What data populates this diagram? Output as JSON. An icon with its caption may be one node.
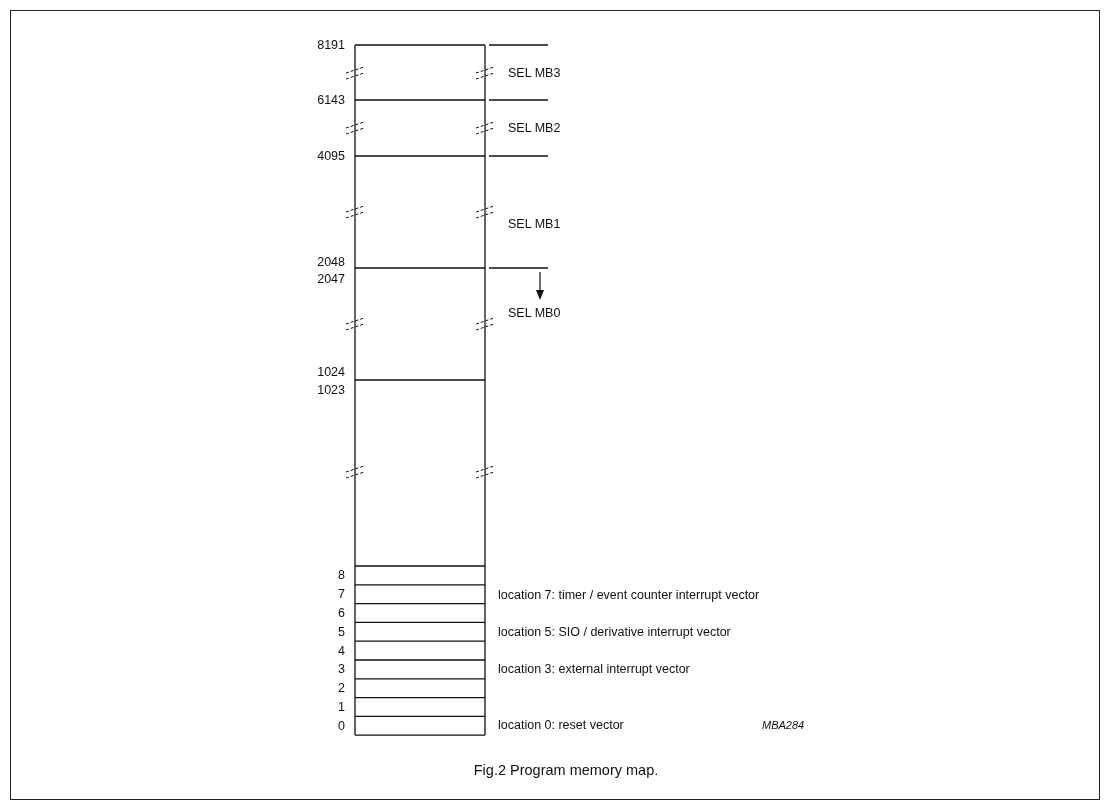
{
  "diagram": {
    "caption": "Fig.2 Program memory map.",
    "labels": [
      "8191",
      "SEL MB3",
      "6143",
      "SEL MB2",
      "4095",
      "SEL MB1",
      "2048",
      "2047",
      "SEL MB0",
      "1024",
      "1023",
      "8",
      "7",
      "location 7: timer / event counter interrupt vector",
      "6",
      "5",
      "location 5: SIO / derivative interrupt vector",
      "4",
      "3",
      "location 3: external interrupt vector",
      "2",
      "1",
      "0",
      "location 0: reset vector",
      "MBA284"
    ]
  }
}
